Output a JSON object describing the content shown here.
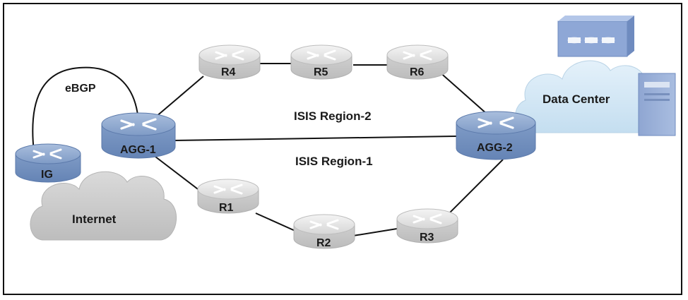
{
  "diagram": {
    "links": {
      "ebgp_label": "eBGP",
      "region2_label": "ISIS Region-2",
      "region1_label": "ISIS Region-1"
    },
    "nodes": {
      "ig": {
        "label": "IG"
      },
      "agg1": {
        "label": "AGG-1"
      },
      "agg2": {
        "label": "AGG-2"
      },
      "r1": {
        "label": "R1"
      },
      "r2": {
        "label": "R2"
      },
      "r3": {
        "label": "R3"
      },
      "r4": {
        "label": "R4"
      },
      "r5": {
        "label": "R5"
      },
      "r6": {
        "label": "R6"
      }
    },
    "clouds": {
      "internet": {
        "label": "Internet"
      },
      "datacenter": {
        "label": "Data Center"
      }
    },
    "colors": {
      "router_grey": "#d2d2d2",
      "router_blue": "#7f9bc6",
      "internet_cloud": "#c9c9c9",
      "datacenter_cloud": "#cfe5f3",
      "link": "#111111"
    }
  }
}
